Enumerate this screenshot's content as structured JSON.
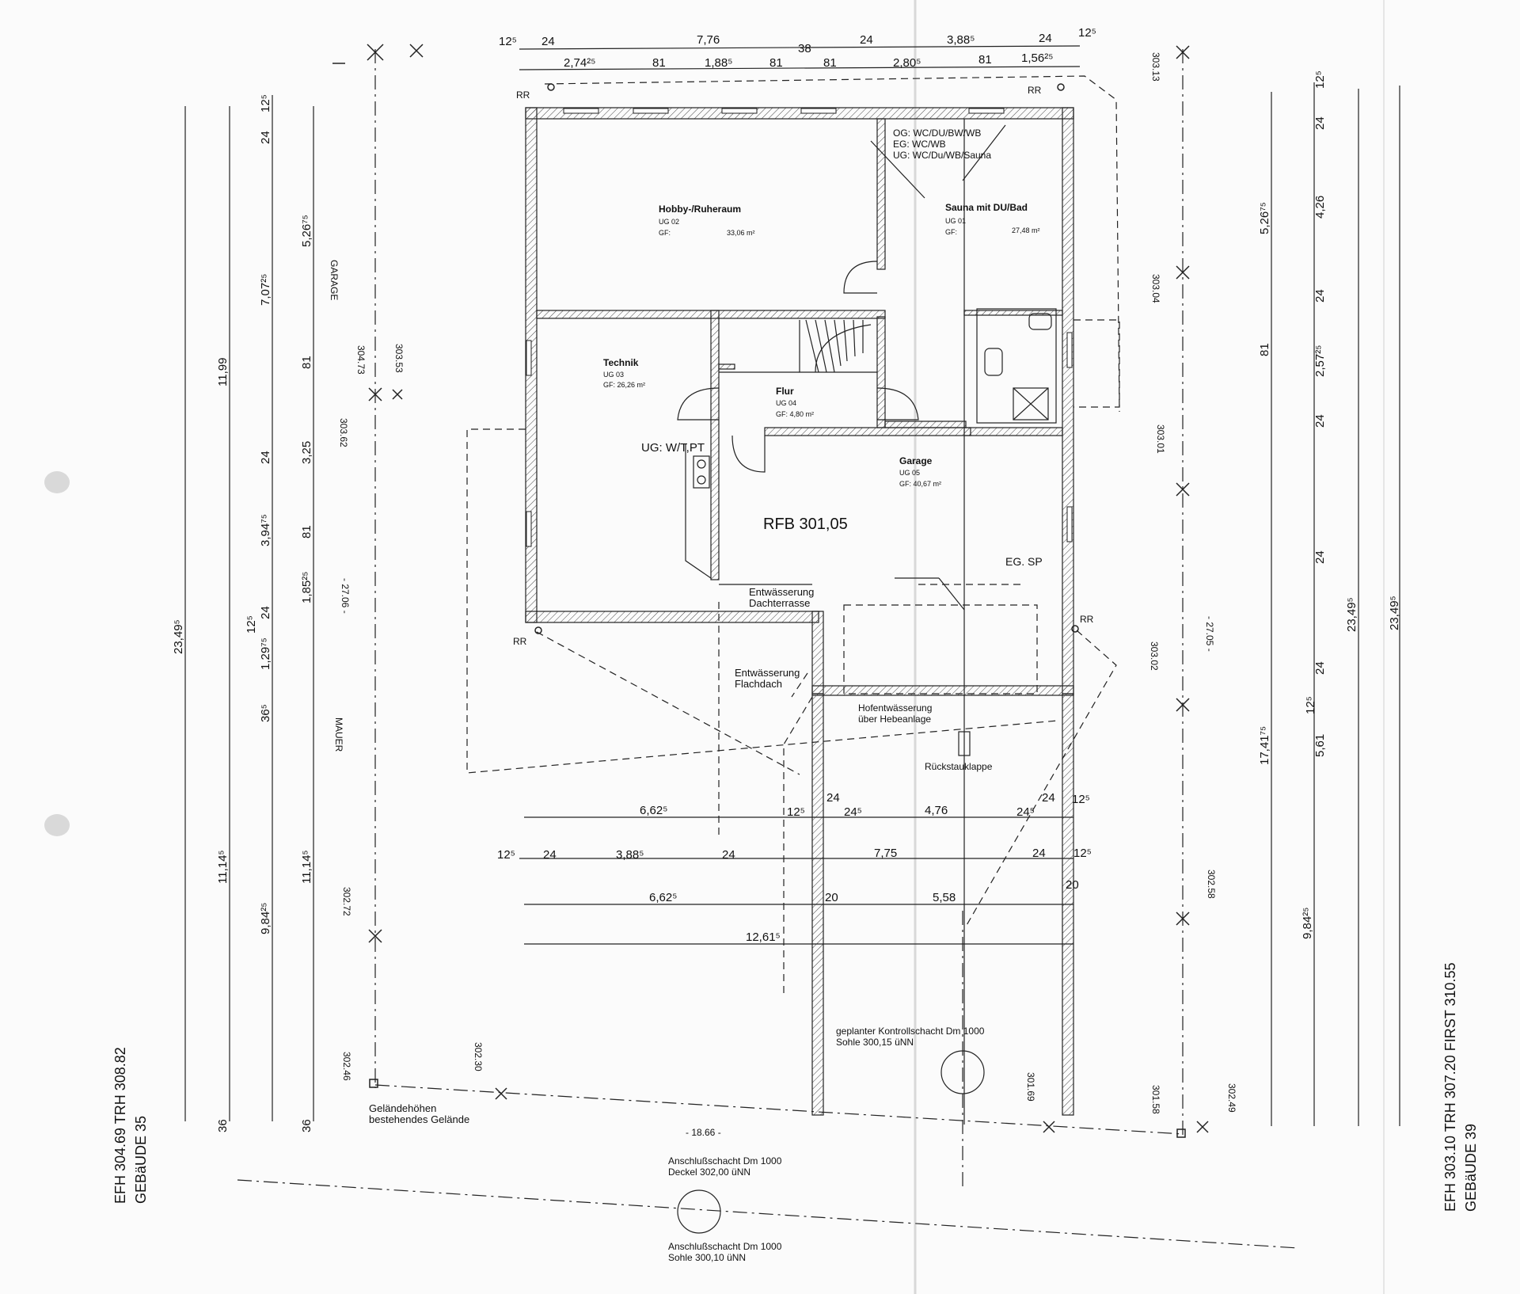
{
  "top_dims": {
    "row1": [
      "12⁵",
      "24",
      "7,76",
      "38",
      "24",
      "3,88⁵",
      "24",
      "12⁵"
    ],
    "row2": [
      "2,74²⁵",
      "81",
      "1,88⁵",
      "81",
      "81",
      "2,80⁵",
      "81",
      "1,56²⁵"
    ]
  },
  "rooms": {
    "hobby": {
      "name": "Hobby-/Ruheraum",
      "code": "UG 02",
      "gf_label": "GF:",
      "area": "33,06 m²"
    },
    "sauna": {
      "name": "Sauna mit DU/Bad",
      "code": "UG 01",
      "gf_label": "GF:",
      "area": "27,48 m²"
    },
    "technik": {
      "name": "Technik",
      "code": "UG 03",
      "area": "GF: 26,26 m²"
    },
    "flur": {
      "name": "Flur",
      "code": "UG 04",
      "area": "GF: 4,80 m²"
    },
    "garage": {
      "name": "Garage",
      "code": "UG 05",
      "area": "GF: 40,67 m²"
    }
  },
  "notes": {
    "og": "OG: WC/DU/BW/WB",
    "eg": "EG: WC/WB",
    "ug": "UG: WC/Du/WB/Sauna",
    "wtpt": "UG: W/T,PT",
    "rfb": "RFB 301,05",
    "egsp": "EG. SP",
    "ent_dach_1": "Entwässerung",
    "ent_dach_2": "Dachterrasse",
    "ent_flach_1": "Entwässerung",
    "ent_flach_2": "Flachdach",
    "hof_1": "Hofentwässerung",
    "hof_2": "über Hebeanlage",
    "rueck": "Rückstauklappe",
    "rr": "RR",
    "kontroll_1": "geplanter Kontrollschacht Dm 1000",
    "kontroll_2": "Sohle 300,15 üNN",
    "gelaende_1": "Geländehöhen",
    "gelaende_2": "bestehendes Gelände",
    "dist_1866": "- 18.66 -",
    "anschluss1_1": "Anschlußschacht Dm 1000",
    "anschluss1_2": "Deckel 302,00 üNN",
    "anschluss2_1": "Anschlußschacht Dm 1000",
    "anschluss2_2": "Sohle 300,10 üNN",
    "garage_side": "GARAGE",
    "mauer_side": "MAUER",
    "dist_2706": "- 27.06 -",
    "dist_2705": "- 27.05 -"
  },
  "bottom_dims": {
    "r1": [
      "6,62⁵",
      "12⁵",
      "24",
      "24⁵",
      "4,76",
      "24⁵",
      "24",
      "12⁵"
    ],
    "r2": [
      "12⁵",
      "24",
      "3,88⁵",
      "24",
      "7,75",
      "24",
      "12⁵"
    ],
    "r3": [
      "6,62⁵",
      "20",
      "5,58",
      "20"
    ],
    "r4": [
      "12,61⁵"
    ]
  },
  "left_dims": {
    "a": [
      "23,49⁵"
    ],
    "b": [
      "11,99",
      "11,14⁵",
      "36"
    ],
    "c": [
      "24",
      "12⁵",
      "7,07²⁵",
      "24",
      "3,94⁷⁵",
      "24",
      "12⁵",
      "1,29⁷⁵",
      "36⁵",
      "9,84²⁵"
    ],
    "d": [
      "5,26⁷⁵",
      "81",
      "3,25",
      "81",
      "1,85²⁵",
      "11,14⁵",
      "36"
    ]
  },
  "right_dims": {
    "a": [
      "12⁵",
      "24",
      "5,26⁷⁵",
      "81",
      "24",
      "4,26",
      "24",
      "2,57²⁵",
      "24",
      "17,41⁷⁵",
      "12⁵",
      "24",
      "5,61",
      "9,84²⁵"
    ],
    "b": [
      "23,49⁵"
    ],
    "c": [
      "23,49⁵"
    ]
  },
  "elevations": {
    "e30473": "304.73",
    "e30362": "303.62",
    "e30353": "303.53",
    "e30272": "302.72",
    "e30246": "302.46",
    "e30230": "302.30",
    "e30313": "303.13",
    "e30304": "303.04",
    "e30301": "303.01",
    "e30302": "303.02",
    "e30258": "302.58",
    "e30169": "301.69",
    "e30158": "301.58",
    "e30249": "302.49"
  },
  "buildings": {
    "left_1": "EFH 304.69   TRH 308.82",
    "left_2": "GEBäUDE 35",
    "right_1": "EFH 303.10   TRH 307.20   FIRST 310.55",
    "right_2": "GEBäUDE 39"
  }
}
